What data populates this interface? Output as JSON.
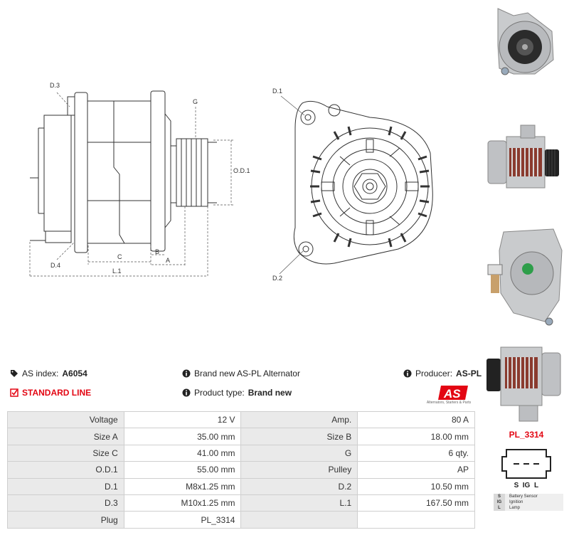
{
  "diagram": {
    "side_labels": {
      "d3": "D.3",
      "d4": "D.4",
      "g": "G",
      "od1": "O.D.1",
      "b": "B",
      "c": "C",
      "a": "A",
      "l1": "L.1"
    },
    "front_labels": {
      "d1": "D.1",
      "d2": "D.2"
    }
  },
  "info": {
    "index_label": "AS index:",
    "index_value": "A6054",
    "line": "STANDARD LINE",
    "description": "Brand new AS-PL Alternator",
    "type_label": "Product type:",
    "type_value": "Brand new",
    "producer_label": "Producer:",
    "producer_value": "AS-PL"
  },
  "brand": {
    "logo_text": "AS",
    "tagline": "Alternators, Starters & Parts",
    "accent": "#e30613"
  },
  "specs": [
    [
      "Voltage",
      "12 V",
      "Amp.",
      "80 A"
    ],
    [
      "Size A",
      "35.00 mm",
      "Size B",
      "18.00 mm"
    ],
    [
      "Size C",
      "41.00 mm",
      "G",
      "6 qty."
    ],
    [
      "O.D.1",
      "55.00 mm",
      "Pulley",
      "AP"
    ],
    [
      "D.1",
      "M8x1.25 mm",
      "D.2",
      "10.50 mm"
    ],
    [
      "D.3",
      "M10x1.25 mm",
      "L.1",
      "167.50 mm"
    ],
    [
      "Plug",
      "PL_3314",
      "",
      ""
    ]
  ],
  "plug": {
    "title": "PL_3314",
    "pins": [
      "S",
      "IG",
      "L"
    ],
    "legend": [
      {
        "code": "S",
        "text": "Battery Sensor"
      },
      {
        "code": "IG",
        "text": "Ignition"
      },
      {
        "code": "L",
        "text": "Lamp"
      }
    ]
  }
}
